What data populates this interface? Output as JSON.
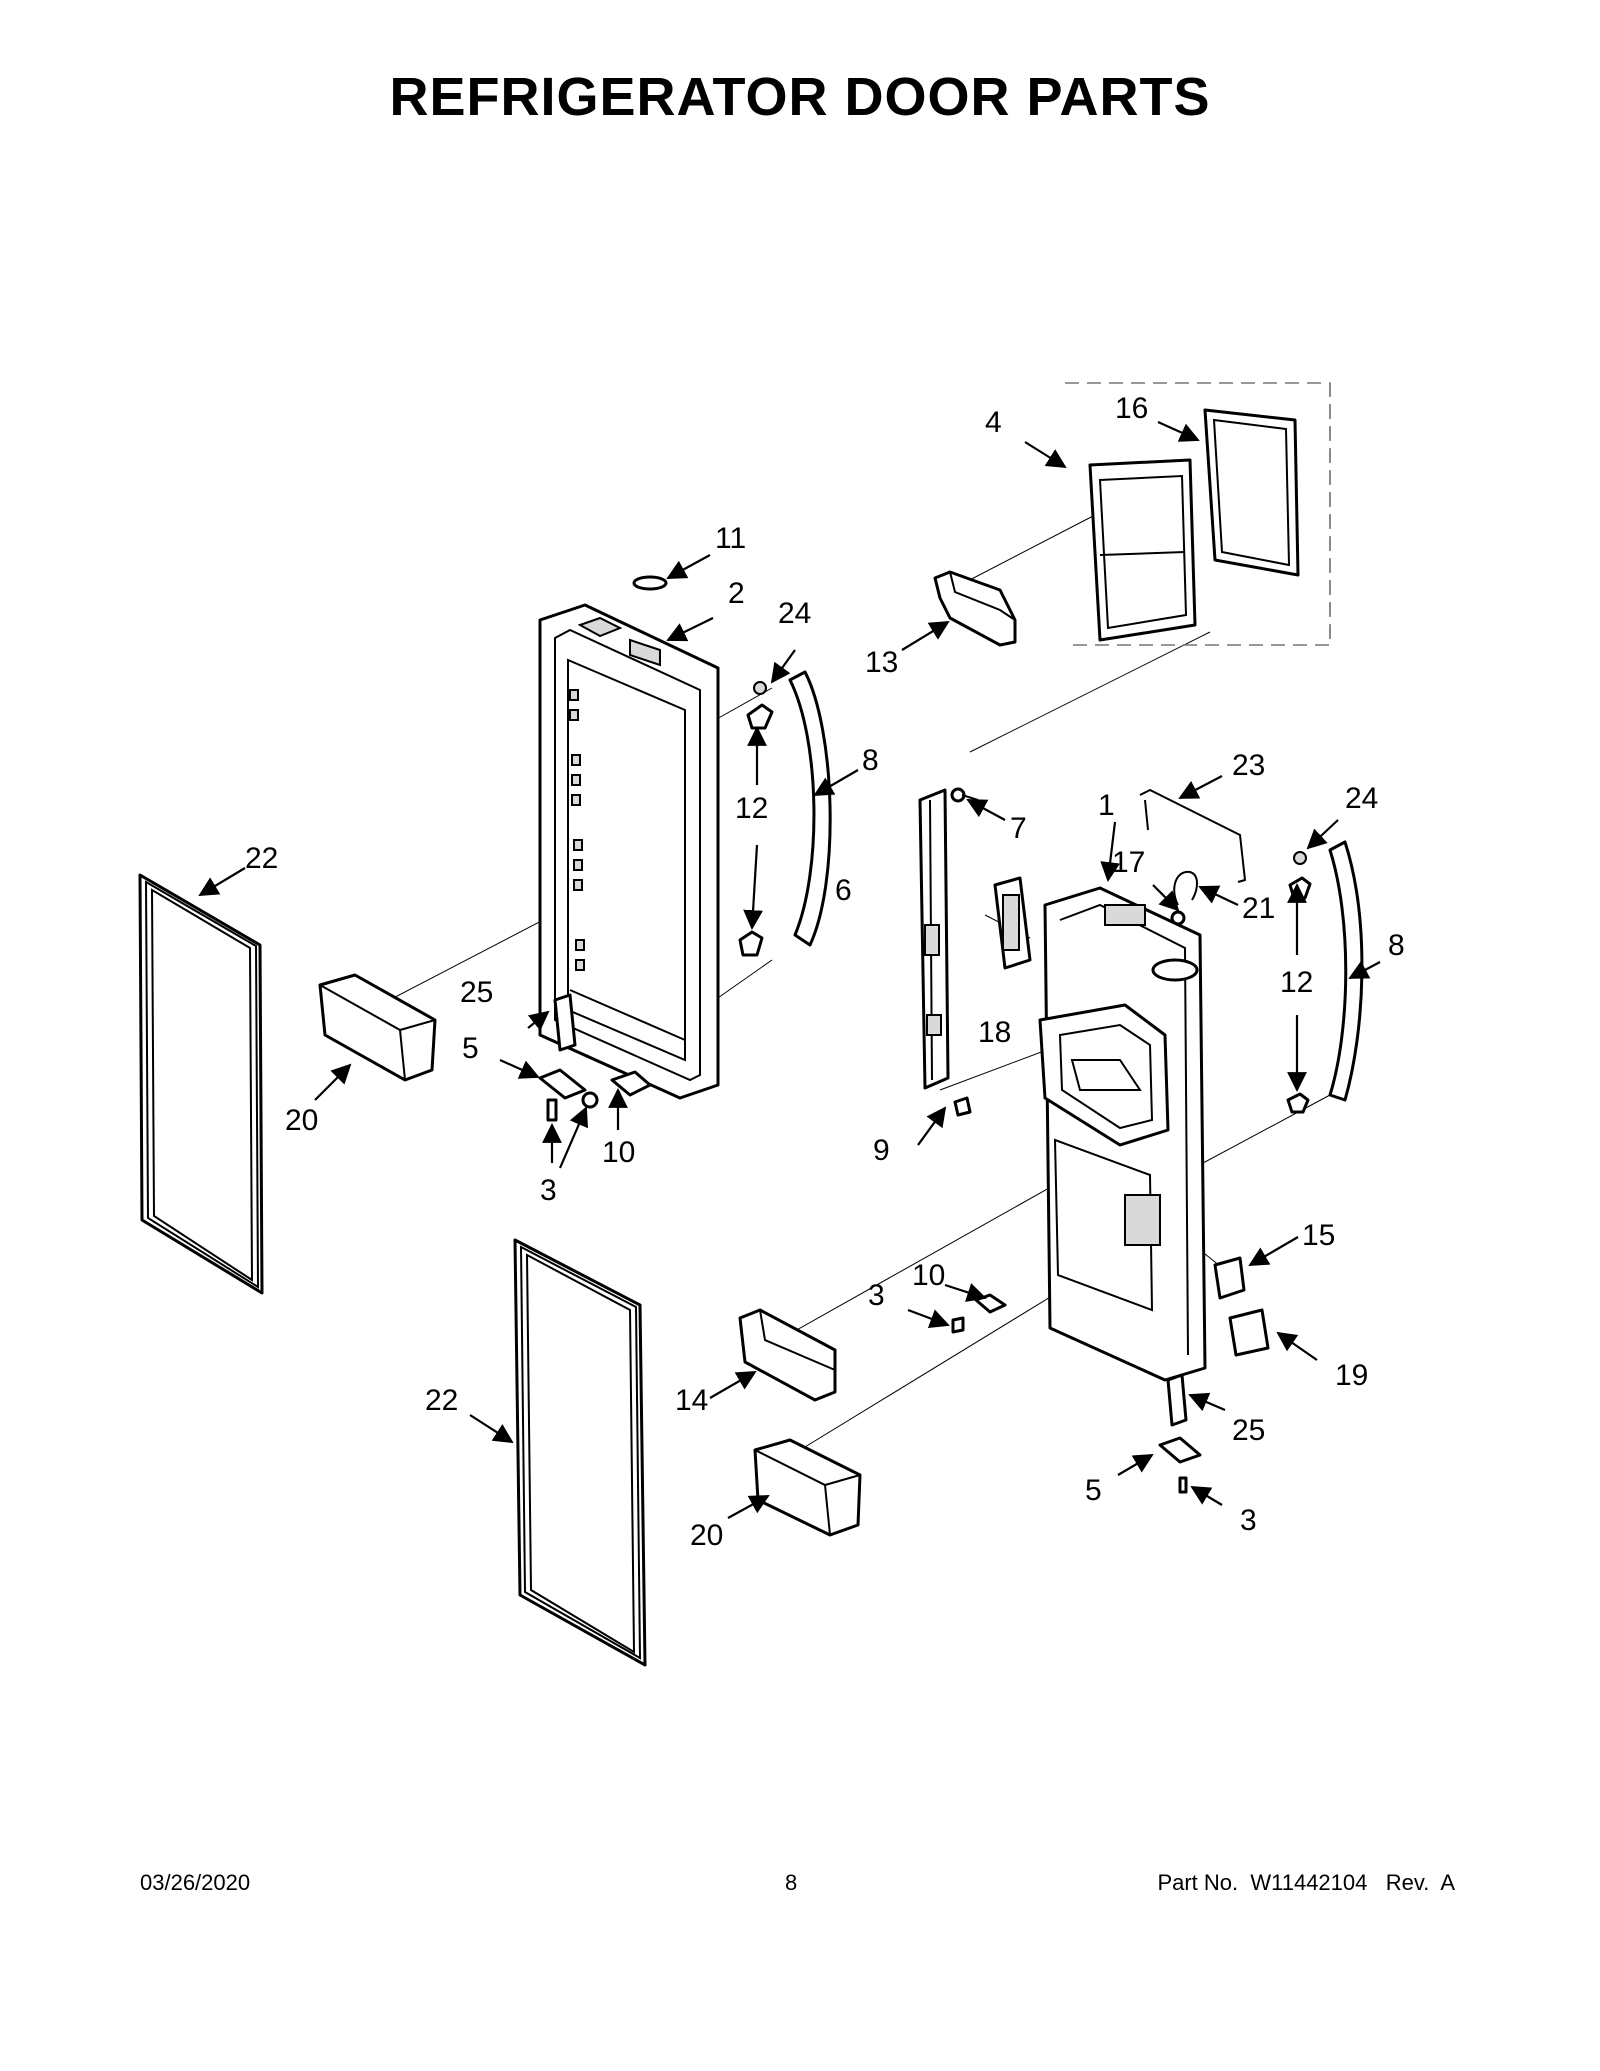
{
  "title": "REFRIGERATOR DOOR PARTS",
  "footer": {
    "date": "03/26/2020",
    "page": "8",
    "part_number": "Part No.  W11442104   Rev.  A"
  },
  "callouts": {
    "c1": "1",
    "c2": "2",
    "c3a": "3",
    "c3b": "3",
    "c3c": "3",
    "c4": "4",
    "c5a": "5",
    "c5b": "5",
    "c6": "6",
    "c7": "7",
    "c8a": "8",
    "c8b": "8",
    "c9": "9",
    "c10a": "10",
    "c10b": "10",
    "c11": "11",
    "c12a": "12",
    "c12b": "12",
    "c13": "13",
    "c14": "14",
    "c15": "15",
    "c16": "16",
    "c17": "17",
    "c18": "18",
    "c19": "19",
    "c20a": "20",
    "c20b": "20",
    "c21": "21",
    "c22a": "22",
    "c22b": "22",
    "c23": "23",
    "c24a": "24",
    "c24b": "24",
    "c25a": "25",
    "c25b": "25"
  }
}
